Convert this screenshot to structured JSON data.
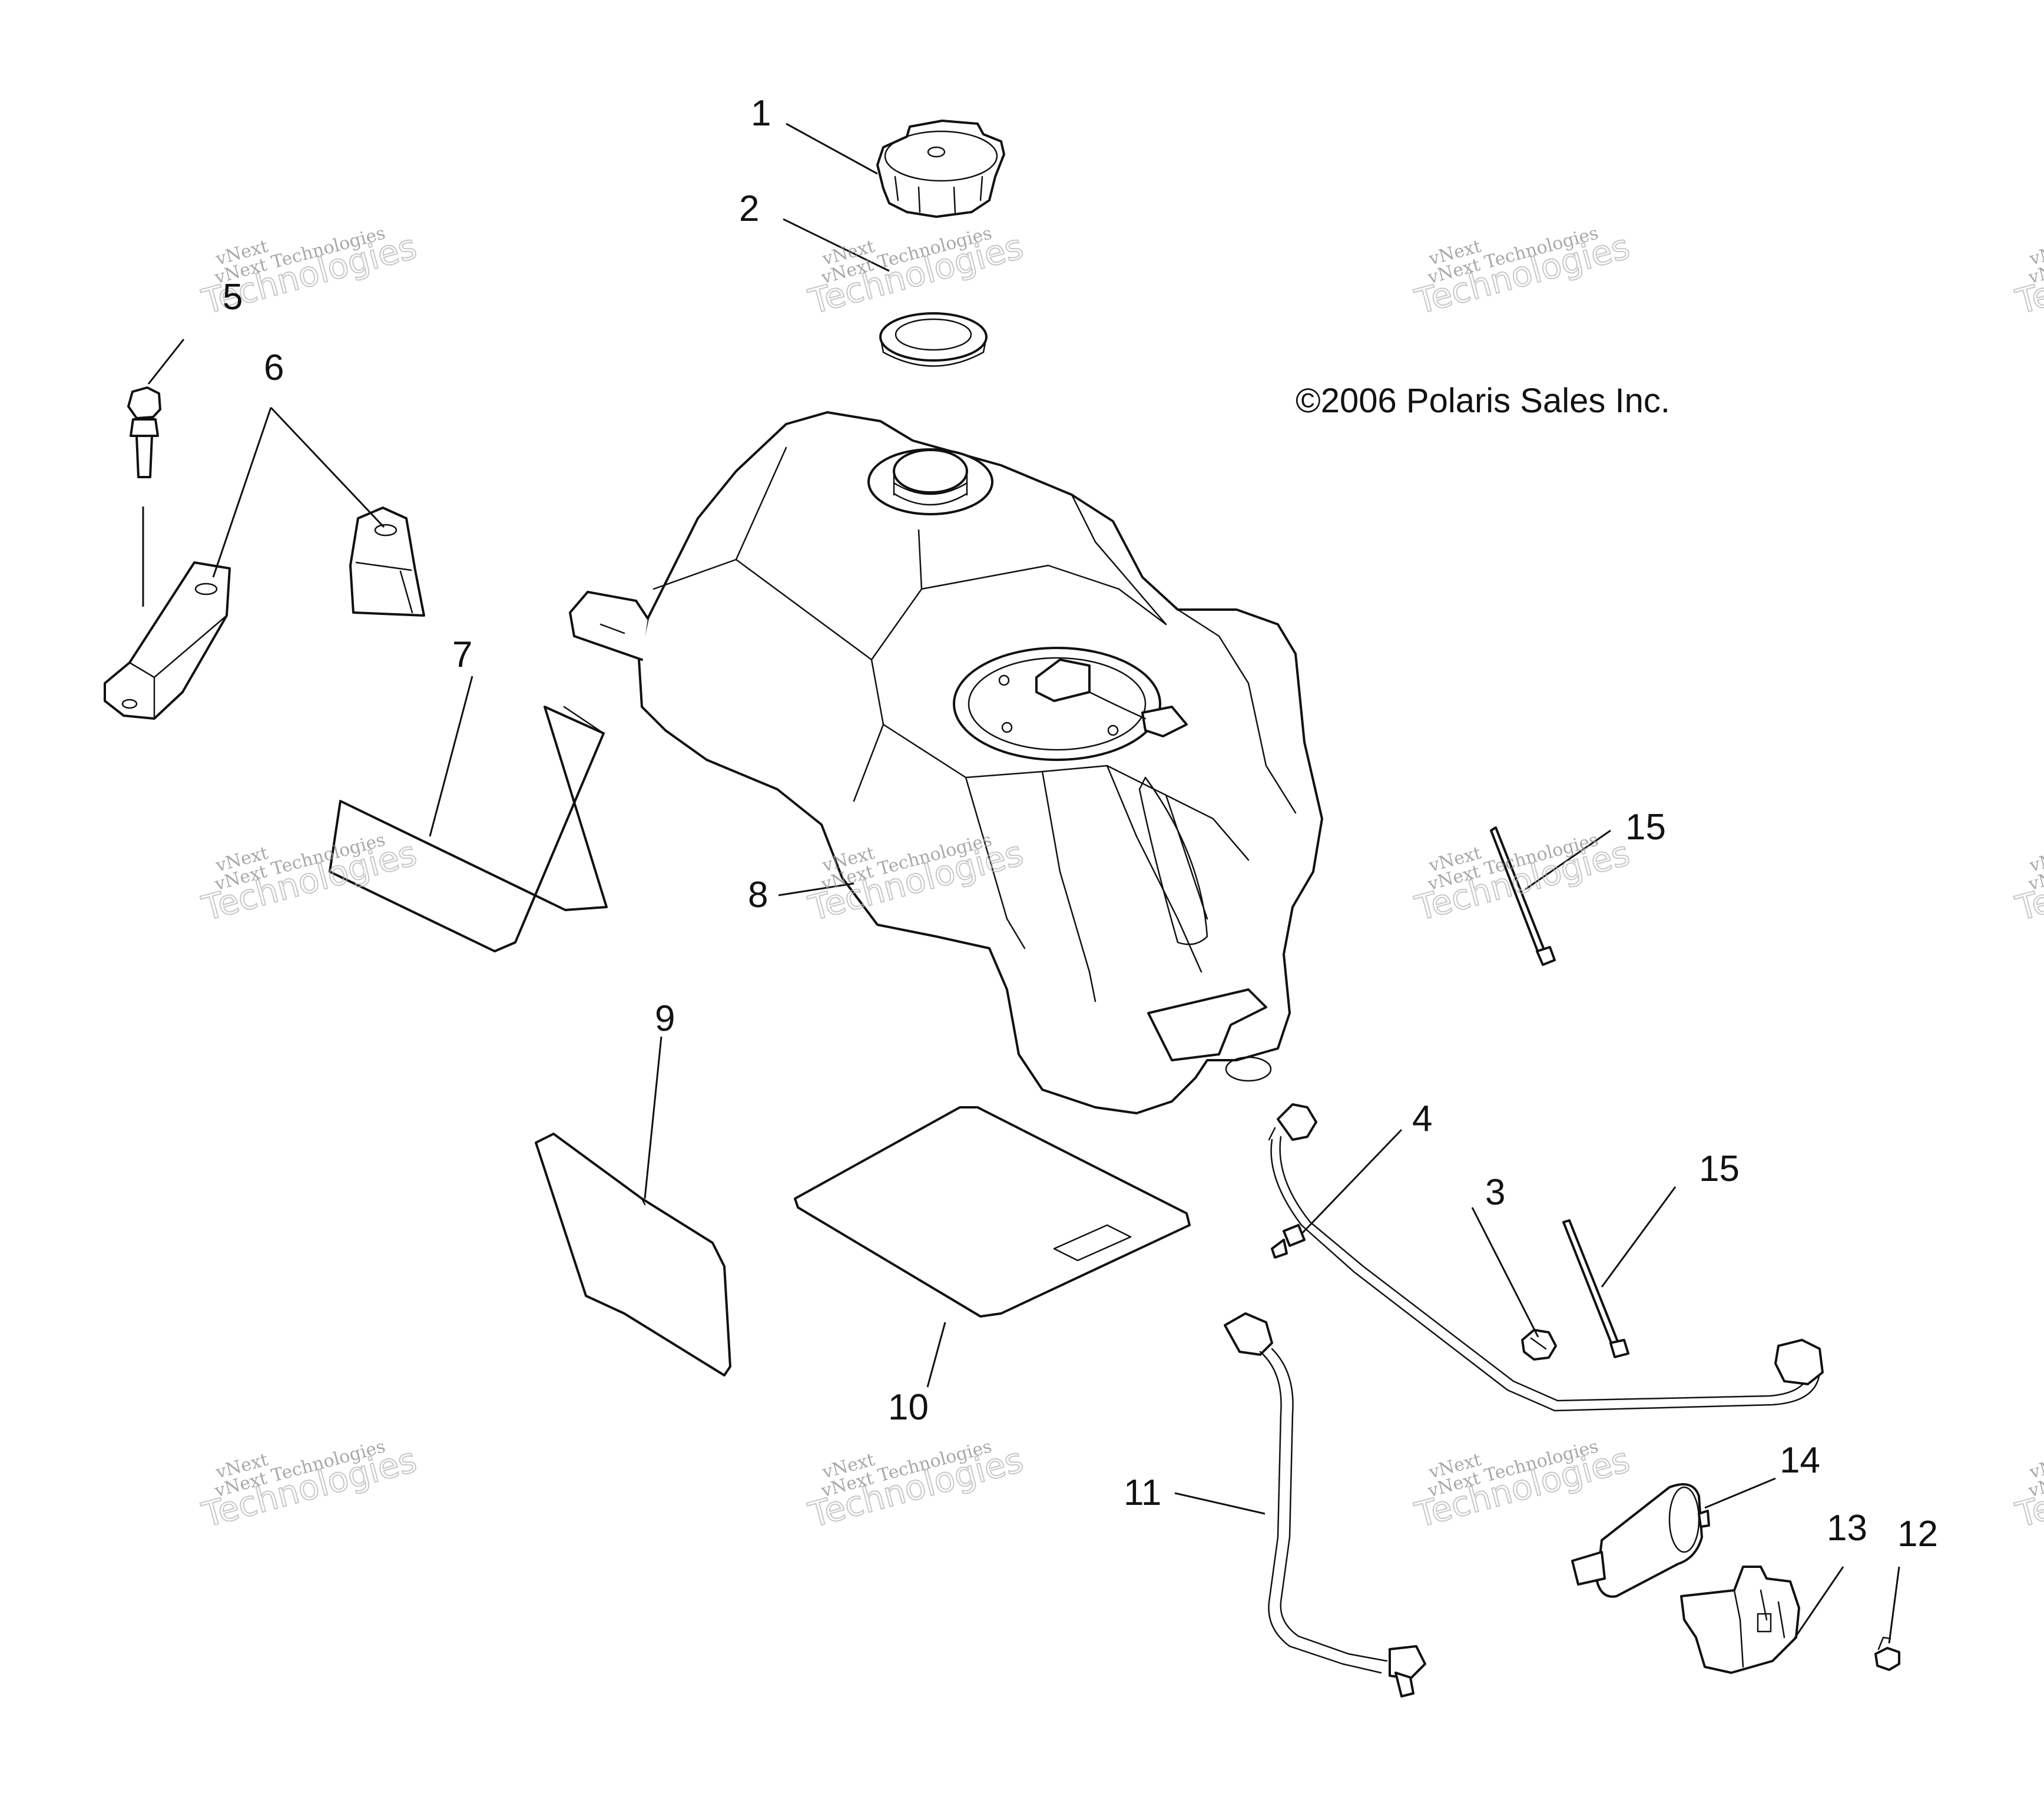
{
  "diagram": {
    "copyright": "©2006 Polaris Sales Inc.",
    "watermark": {
      "line1": "vNext",
      "line2": "vNext Technologies",
      "line3": "Technologies"
    },
    "callouts": [
      {
        "id": "c1",
        "label": "1"
      },
      {
        "id": "c2",
        "label": "2"
      },
      {
        "id": "c3",
        "label": "3"
      },
      {
        "id": "c4",
        "label": "4"
      },
      {
        "id": "c5",
        "label": "5"
      },
      {
        "id": "c6",
        "label": "6"
      },
      {
        "id": "c7",
        "label": "7"
      },
      {
        "id": "c8",
        "label": "8"
      },
      {
        "id": "c9",
        "label": "9"
      },
      {
        "id": "c10",
        "label": "10"
      },
      {
        "id": "c11",
        "label": "11"
      },
      {
        "id": "c12",
        "label": "12"
      },
      {
        "id": "c13",
        "label": "13"
      },
      {
        "id": "c14",
        "label": "14"
      },
      {
        "id": "c15a",
        "label": "15"
      },
      {
        "id": "c15b",
        "label": "15"
      }
    ]
  }
}
